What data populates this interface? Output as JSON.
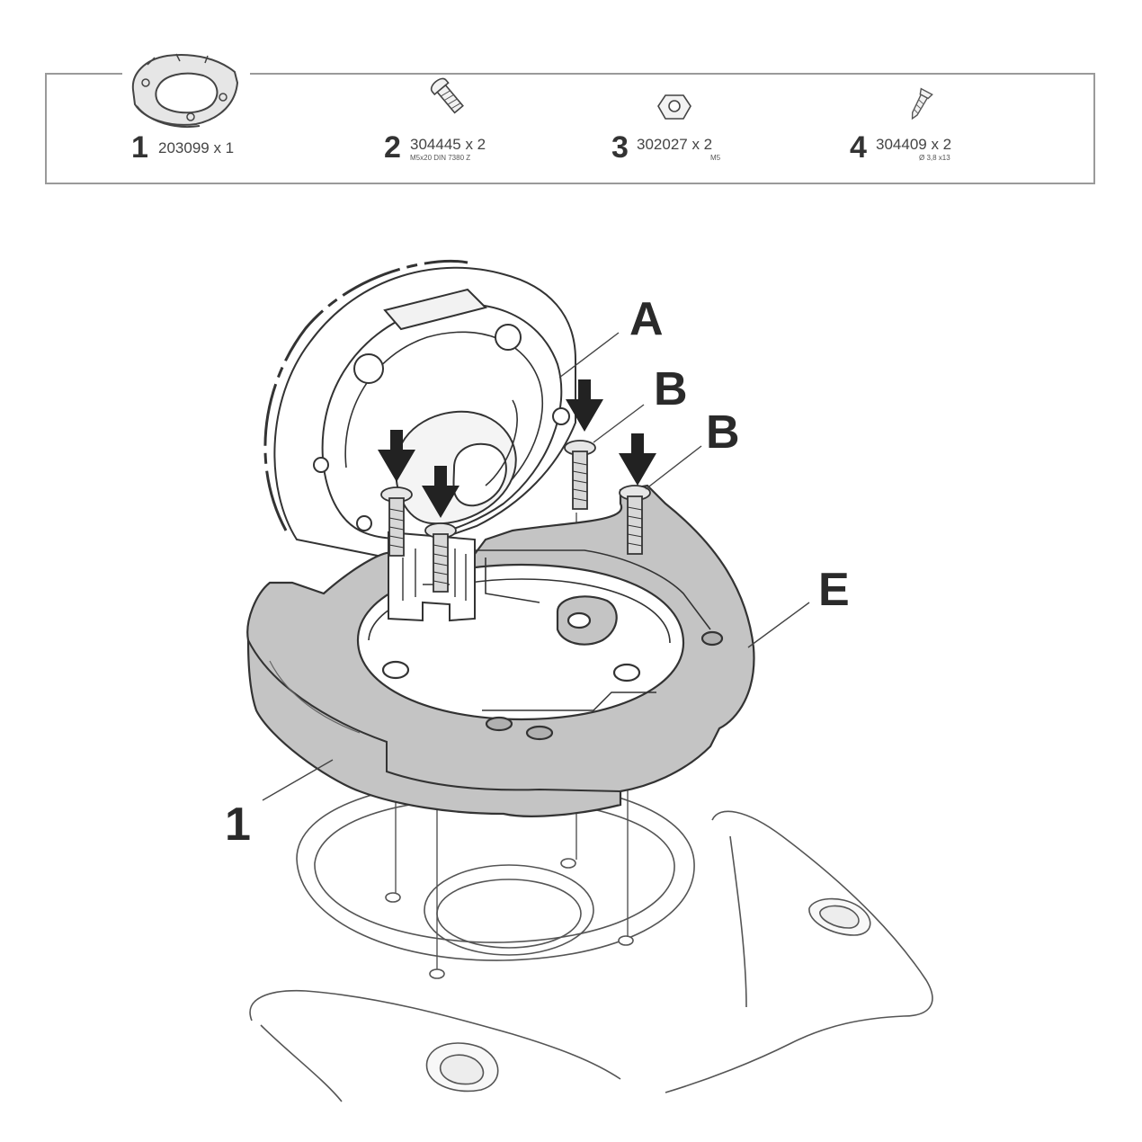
{
  "parts": [
    {
      "number": "1",
      "code": "203099 x 1",
      "spec": "",
      "icon": "mounting-flange-icon"
    },
    {
      "number": "2",
      "code": "304445 x 2",
      "spec": "M5x20 DIN 7380 Z",
      "icon": "button-head-screw-icon"
    },
    {
      "number": "3",
      "code": "302027 x 2",
      "spec": "M5",
      "icon": "hex-nut-icon"
    },
    {
      "number": "4",
      "code": "304409 x 2",
      "spec": "Ø 3,8 x13",
      "icon": "self-tapping-screw-icon"
    }
  ],
  "callouts": {
    "a": "A",
    "b1": "B",
    "b2": "B",
    "e": "E",
    "one": "1"
  },
  "colors": {
    "flange_fill": "#c4c4c4",
    "line": "#333333",
    "light_line": "#9a9a9a",
    "box_border": "#9a9a9a"
  }
}
